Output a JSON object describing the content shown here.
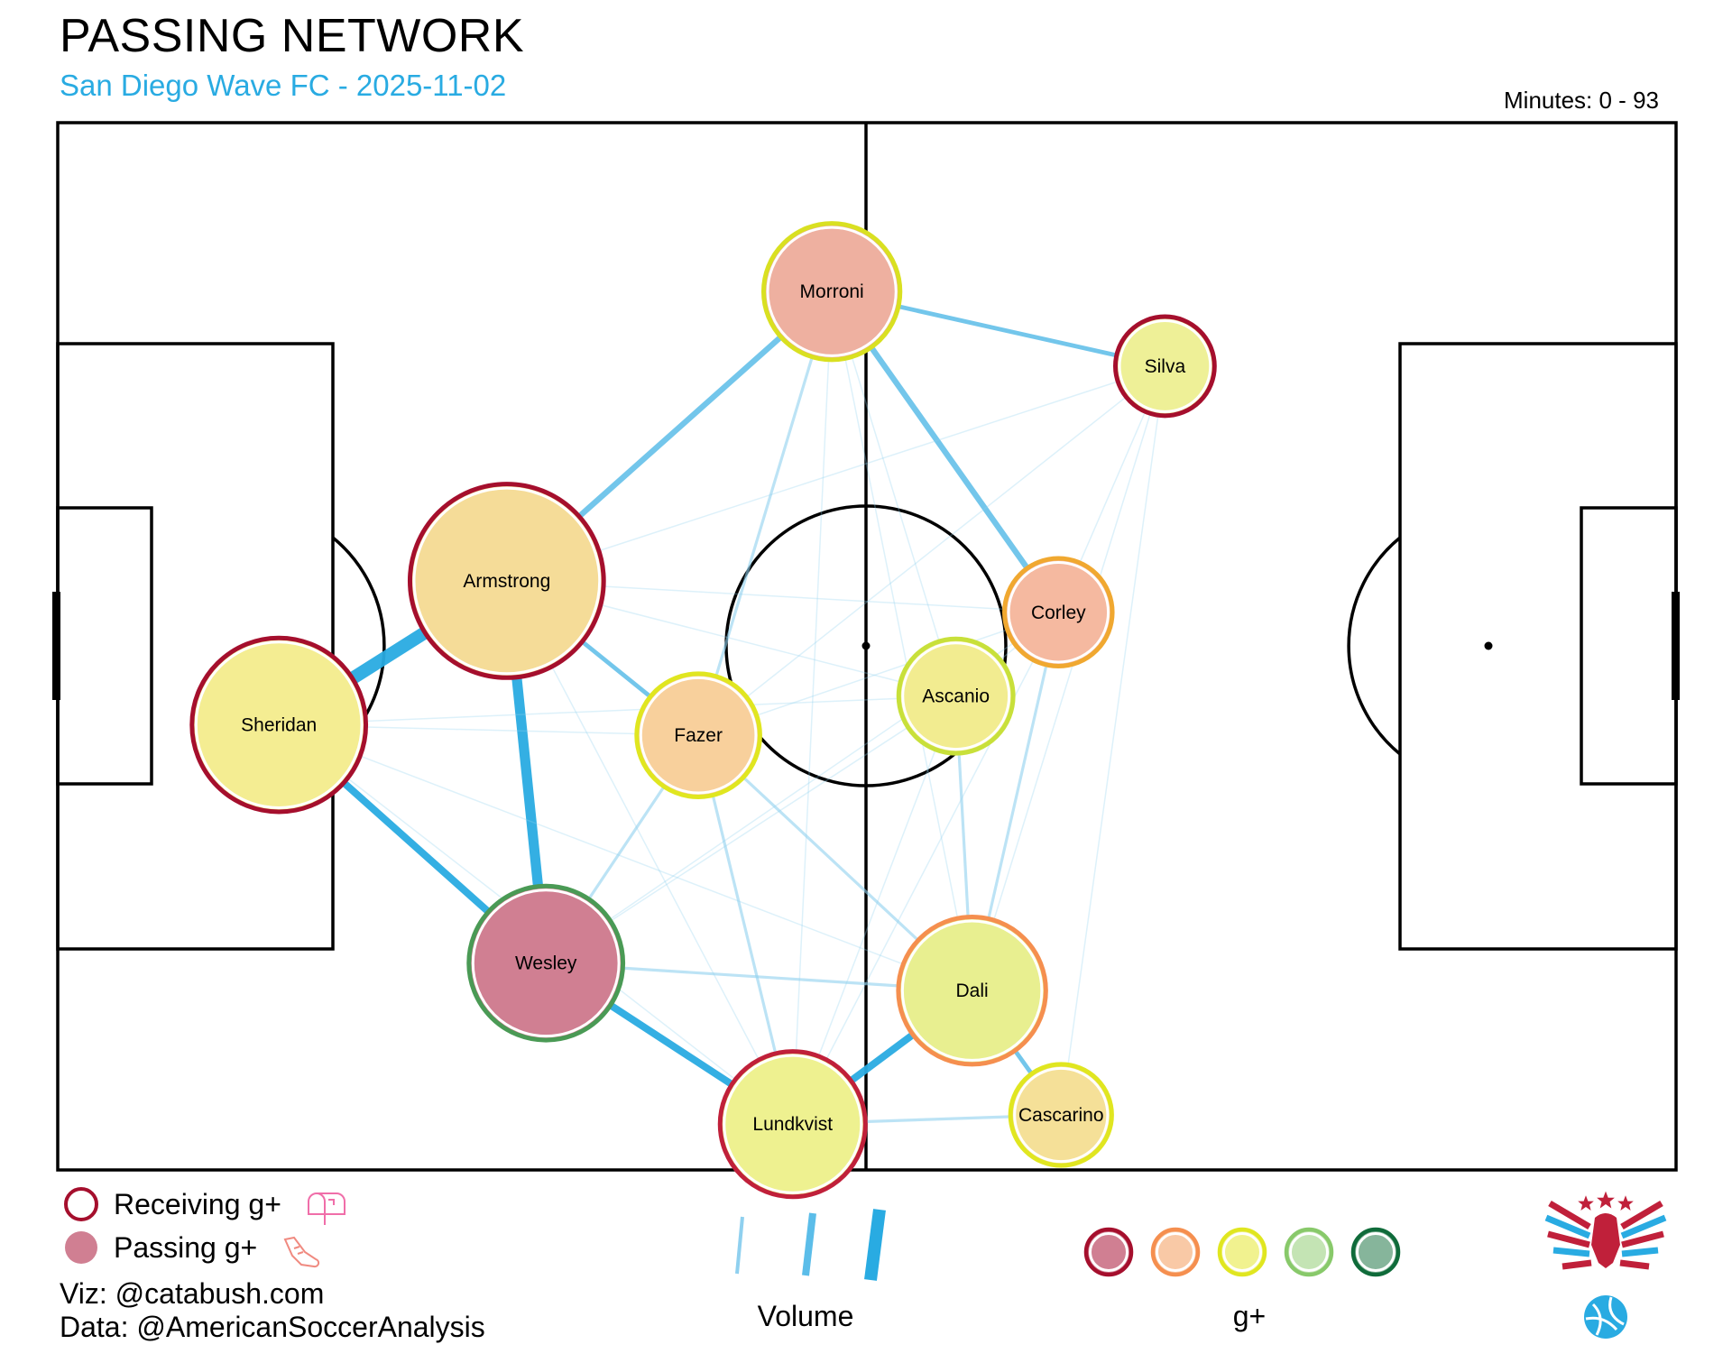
{
  "header": {
    "title": "PASSING NETWORK",
    "subtitle": "San Diego Wave FC - 2025-11-02",
    "minutes": "Minutes: 0 - 93"
  },
  "legend": {
    "receiving": "Receiving g+",
    "passing": "Passing g+",
    "volume_label": "Volume",
    "gplus_label": "g+",
    "gplus_scale_strokes": [
      "#a50f2d",
      "#f58f4f",
      "#e0e620",
      "#88c96a",
      "#0f6b3a"
    ],
    "gplus_scale_fills": [
      "#d07f92",
      "#f9c9a6",
      "#f1f28f",
      "#c4e4b4",
      "#86b59b"
    ],
    "volume_color": "#29abe2"
  },
  "credits": {
    "viz": "Viz: @catabush.com",
    "data": "Data: @AmericanSoccerAnalysis"
  },
  "chart_data": {
    "type": "network",
    "title": "PASSING NETWORK",
    "subtitle": "San Diego Wave FC - 2025-11-02",
    "pitch": {
      "length": 120,
      "width": 80
    },
    "nodes": [
      {
        "name": "Morroni",
        "x": 57.4,
        "y": 12.9,
        "size": 0.62,
        "stroke": "#d9e021",
        "fill": "#eeb0a0"
      },
      {
        "name": "Silva",
        "x": 82.1,
        "y": 18.6,
        "size": 0.45,
        "stroke": "#a50f2d",
        "fill": "#eef097"
      },
      {
        "name": "Armstrong",
        "x": 33.3,
        "y": 35.0,
        "size": 0.88,
        "stroke": "#a50f2d",
        "fill": "#f5dc98"
      },
      {
        "name": "Corley",
        "x": 74.2,
        "y": 37.4,
        "size": 0.49,
        "stroke": "#f0a830",
        "fill": "#f5b9a0"
      },
      {
        "name": "Sheridan",
        "x": 16.4,
        "y": 46.0,
        "size": 0.79,
        "stroke": "#a50f2d",
        "fill": "#f4ed92"
      },
      {
        "name": "Fazer",
        "x": 47.5,
        "y": 46.8,
        "size": 0.56,
        "stroke": "#e0e620",
        "fill": "#f8d09c"
      },
      {
        "name": "Ascanio",
        "x": 66.6,
        "y": 43.8,
        "size": 0.52,
        "stroke": "#c8e03a",
        "fill": "#f2ec90"
      },
      {
        "name": "Wesley",
        "x": 36.2,
        "y": 64.2,
        "size": 0.7,
        "stroke": "#4a9a55",
        "fill": "#d07f92"
      },
      {
        "name": "Dali",
        "x": 67.8,
        "y": 66.3,
        "size": 0.67,
        "stroke": "#f58f4f",
        "fill": "#e8ef90"
      },
      {
        "name": "Lundkvist",
        "x": 54.5,
        "y": 76.5,
        "size": 0.66,
        "stroke": "#c0203a",
        "fill": "#eef190"
      },
      {
        "name": "Cascarino",
        "x": 74.4,
        "y": 75.8,
        "size": 0.46,
        "stroke": "#e0e620",
        "fill": "#f5e098"
      }
    ],
    "edges": [
      {
        "from": "Sheridan",
        "to": "Armstrong",
        "volume": 9
      },
      {
        "from": "Armstrong",
        "to": "Wesley",
        "volume": 7
      },
      {
        "from": "Sheridan",
        "to": "Wesley",
        "volume": 5
      },
      {
        "from": "Wesley",
        "to": "Lundkvist",
        "volume": 5
      },
      {
        "from": "Lundkvist",
        "to": "Dali",
        "volume": 5
      },
      {
        "from": "Armstrong",
        "to": "Morroni",
        "volume": 4
      },
      {
        "from": "Morroni",
        "to": "Corley",
        "volume": 4
      },
      {
        "from": "Morroni",
        "to": "Silva",
        "volume": 3
      },
      {
        "from": "Armstrong",
        "to": "Fazer",
        "volume": 3
      },
      {
        "from": "Dali",
        "to": "Cascarino",
        "volume": 3
      },
      {
        "from": "Fazer",
        "to": "Dali",
        "volume": 2
      },
      {
        "from": "Lundkvist",
        "to": "Cascarino",
        "volume": 2
      },
      {
        "from": "Fazer",
        "to": "Lundkvist",
        "volume": 2
      },
      {
        "from": "Fazer",
        "to": "Morroni",
        "volume": 2
      },
      {
        "from": "Wesley",
        "to": "Dali",
        "volume": 2
      },
      {
        "from": "Fazer",
        "to": "Wesley",
        "volume": 2
      },
      {
        "from": "Corley",
        "to": "Dali",
        "volume": 2
      },
      {
        "from": "Ascanio",
        "to": "Dali",
        "volume": 2
      },
      {
        "from": "Silva",
        "to": "Corley",
        "volume": 1
      },
      {
        "from": "Corley",
        "to": "Ascanio",
        "volume": 1
      },
      {
        "from": "Corley",
        "to": "Lundkvist",
        "volume": 1
      },
      {
        "from": "Sheridan",
        "to": "Fazer",
        "volume": 1
      },
      {
        "from": "Sheridan",
        "to": "Ascanio",
        "volume": 1
      },
      {
        "from": "Armstrong",
        "to": "Ascanio",
        "volume": 1
      },
      {
        "from": "Morroni",
        "to": "Ascanio",
        "volume": 1
      },
      {
        "from": "Morroni",
        "to": "Dali",
        "volume": 1
      },
      {
        "from": "Silva",
        "to": "Dali",
        "volume": 1
      },
      {
        "from": "Silva",
        "to": "Cascarino",
        "volume": 1
      },
      {
        "from": "Armstrong",
        "to": "Lundkvist",
        "volume": 1
      },
      {
        "from": "Sheridan",
        "to": "Dali",
        "volume": 1
      },
      {
        "from": "Sheridan",
        "to": "Lundkvist",
        "volume": 1
      },
      {
        "from": "Wesley",
        "to": "Corley",
        "volume": 1
      },
      {
        "from": "Wesley",
        "to": "Ascanio",
        "volume": 1
      },
      {
        "from": "Fazer",
        "to": "Corley",
        "volume": 1
      },
      {
        "from": "Armstrong",
        "to": "Corley",
        "volume": 1
      },
      {
        "from": "Morroni",
        "to": "Lundkvist",
        "volume": 1
      },
      {
        "from": "Ascanio",
        "to": "Lundkvist",
        "volume": 1
      },
      {
        "from": "Silva",
        "to": "Fazer",
        "volume": 1
      },
      {
        "from": "Armstrong",
        "to": "Silva",
        "volume": 1
      }
    ]
  }
}
